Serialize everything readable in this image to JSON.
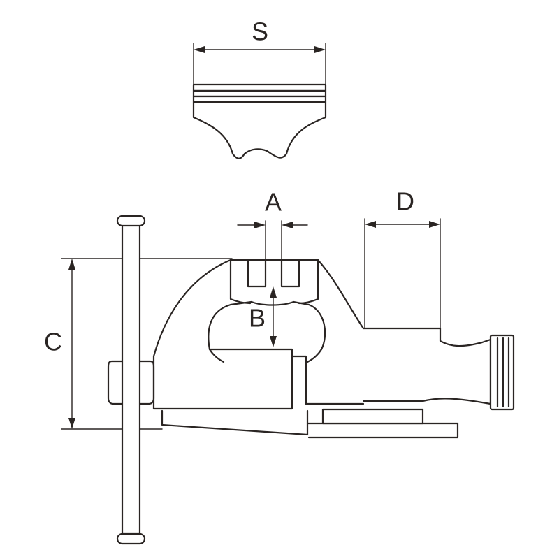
{
  "diagram": {
    "subject": "vise",
    "dimension_labels": {
      "s": "S",
      "a": "A",
      "b": "B",
      "c": "C",
      "d": "D"
    },
    "line_color": "#2a2523",
    "background_color": "#ffffff"
  }
}
